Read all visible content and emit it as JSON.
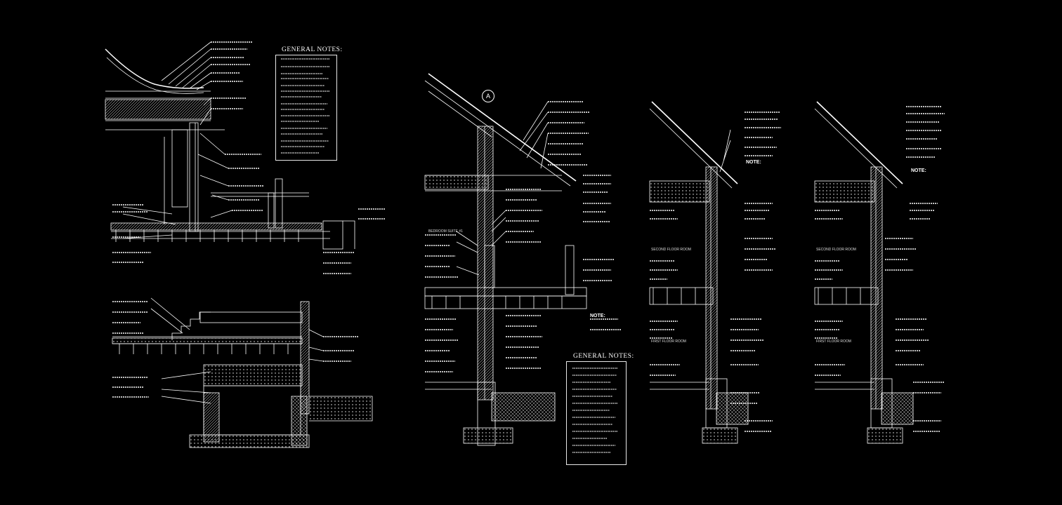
{
  "notes_panel_1": {
    "title": "GENERAL NOTES:"
  },
  "notes_panel_2": {
    "title": "GENERAL NOTES:"
  },
  "section_marker": "A",
  "detail_2": {
    "room_label": "BEDROOM SUITE #1",
    "note_label": "NOTE:"
  },
  "detail_3": {
    "upper_room": "SECOND FLOOR ROOM",
    "lower_room": "FIRST FLOOR ROOM",
    "note_label": "NOTE:"
  },
  "detail_4": {
    "upper_room": "SECOND FLOOR ROOM",
    "lower_room": "FIRST FLOOR ROOM",
    "note_label": "NOTE:"
  },
  "colors": {
    "background": "#000000",
    "linework": "#ffffff"
  }
}
